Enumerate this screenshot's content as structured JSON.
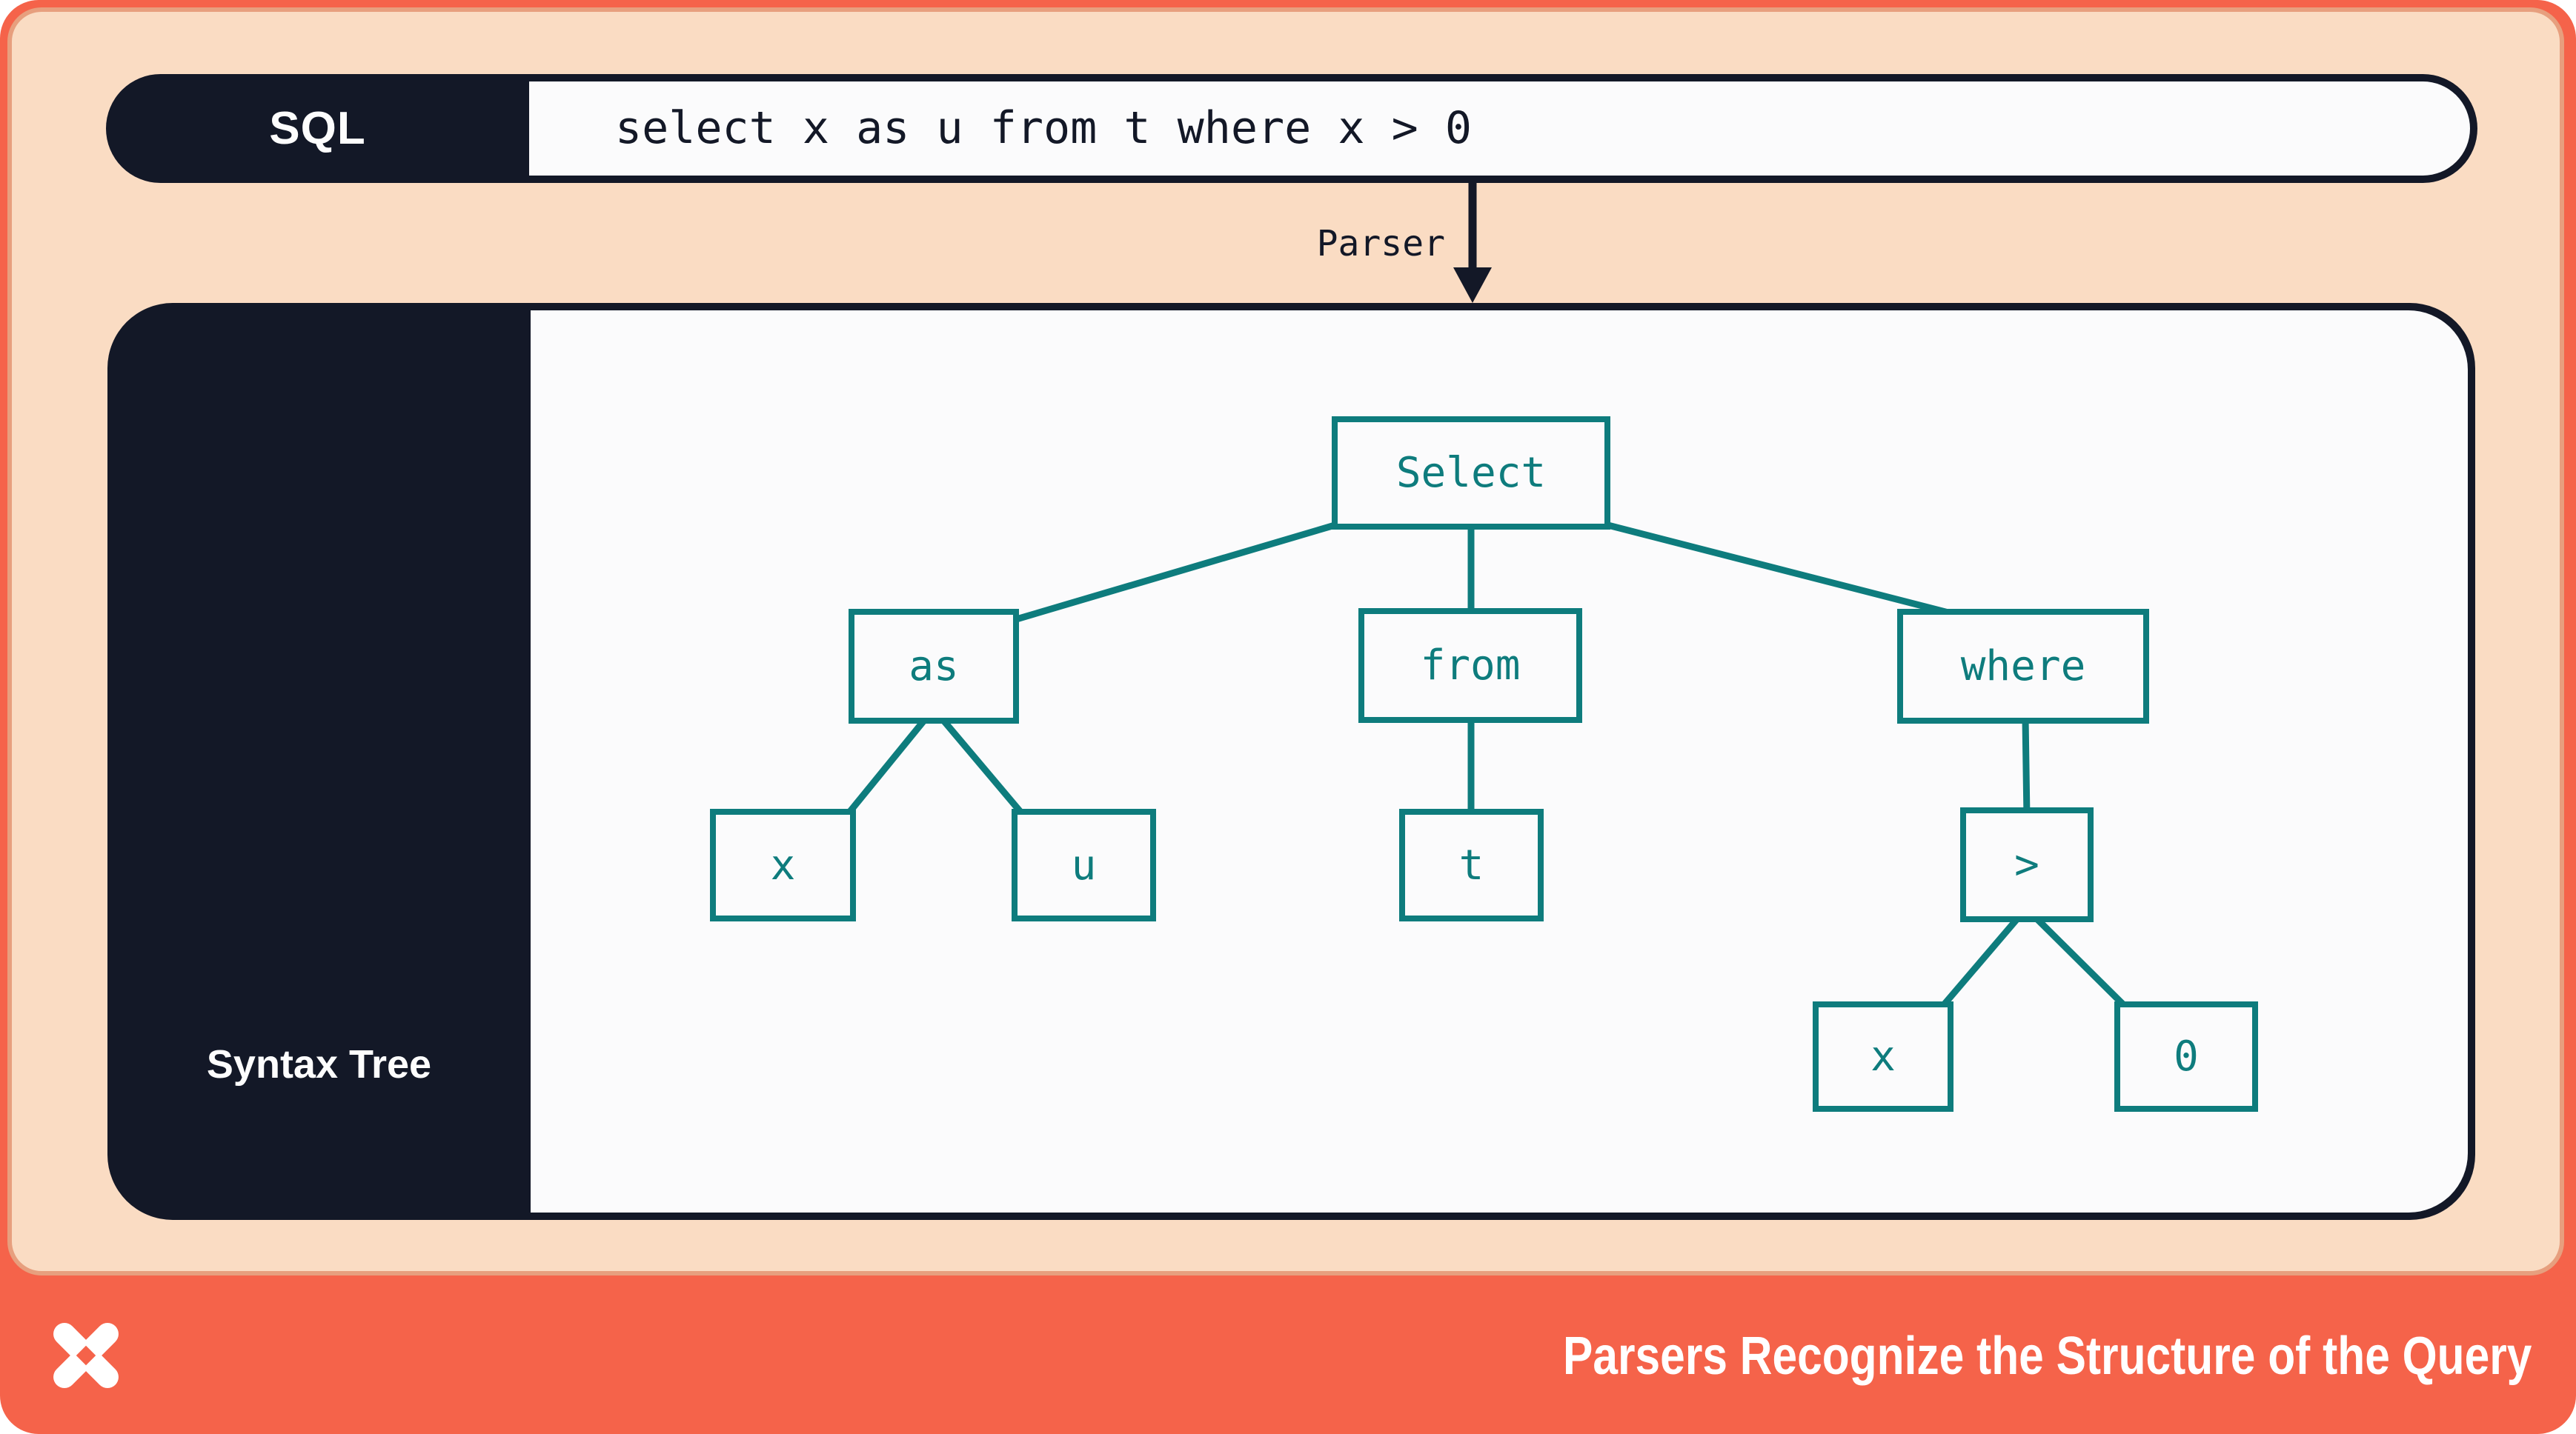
{
  "colors": {
    "accent_orange": "#F5634A",
    "peach_background": "#FADCC3",
    "navy": "#131827",
    "teal": "#0E7C7D",
    "off_white": "#FBFBFC"
  },
  "sql_bar": {
    "label": "SQL",
    "query": "select x as u from t where x > 0"
  },
  "parser": {
    "label": "Parser"
  },
  "syntax_tree_panel": {
    "label": "Syntax Tree"
  },
  "tree": {
    "nodes": {
      "select": {
        "label": "Select"
      },
      "as": {
        "label": "as"
      },
      "from": {
        "label": "from"
      },
      "where": {
        "label": "where"
      },
      "x1": {
        "label": "x"
      },
      "u": {
        "label": "u"
      },
      "t": {
        "label": "t"
      },
      "gt": {
        "label": ">"
      },
      "x2": {
        "label": "x"
      },
      "zero": {
        "label": "0"
      }
    },
    "edges": [
      [
        "Select",
        "as"
      ],
      [
        "Select",
        "from"
      ],
      [
        "Select",
        "where"
      ],
      [
        "as",
        "x"
      ],
      [
        "as",
        "u"
      ],
      [
        "from",
        "t"
      ],
      [
        "where",
        ">"
      ],
      [
        ">",
        "x"
      ],
      [
        ">",
        "0"
      ]
    ]
  },
  "footer": {
    "title": "Parsers Recognize the Structure of the Query",
    "logo": "pinwheel-x-logo"
  }
}
